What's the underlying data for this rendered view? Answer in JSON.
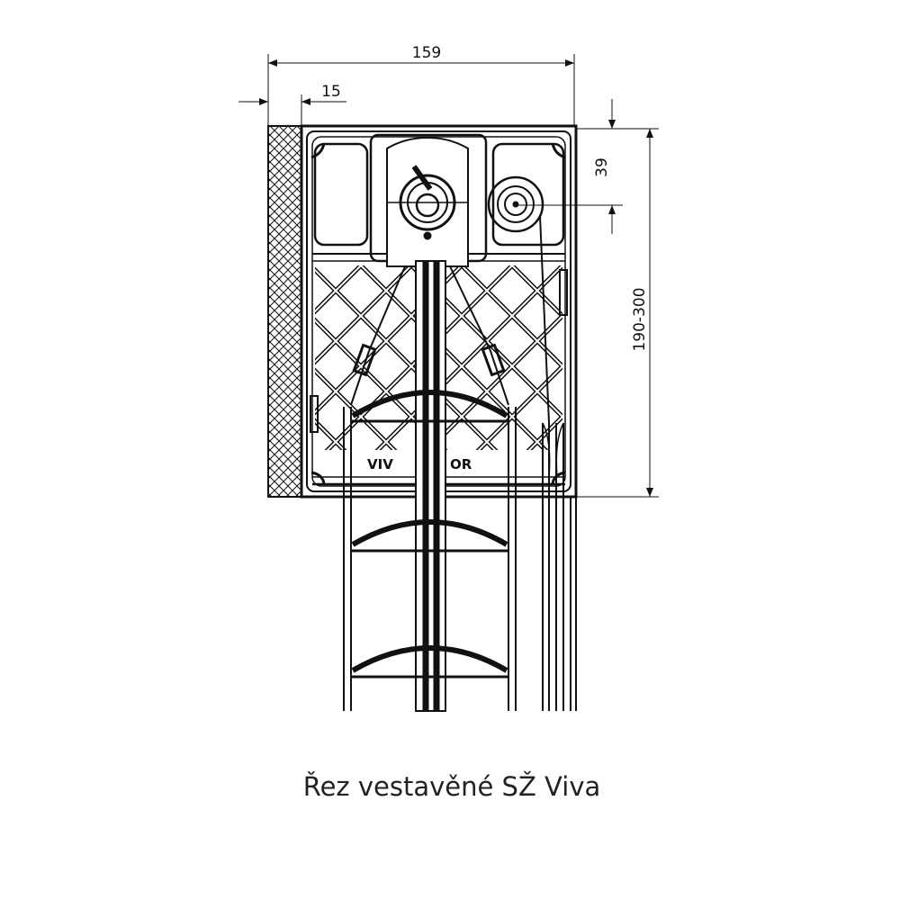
{
  "drawing": {
    "caption": "Řez vestavěné SŽ Viva",
    "brand_visible_left": "VIV",
    "brand_visible_right": "OR",
    "dimensions": {
      "overall_width": "159",
      "insulation_width": "15",
      "roller_offset": "39",
      "box_height": "190-300"
    },
    "line_color": "#111111",
    "background": "#ffffff"
  }
}
